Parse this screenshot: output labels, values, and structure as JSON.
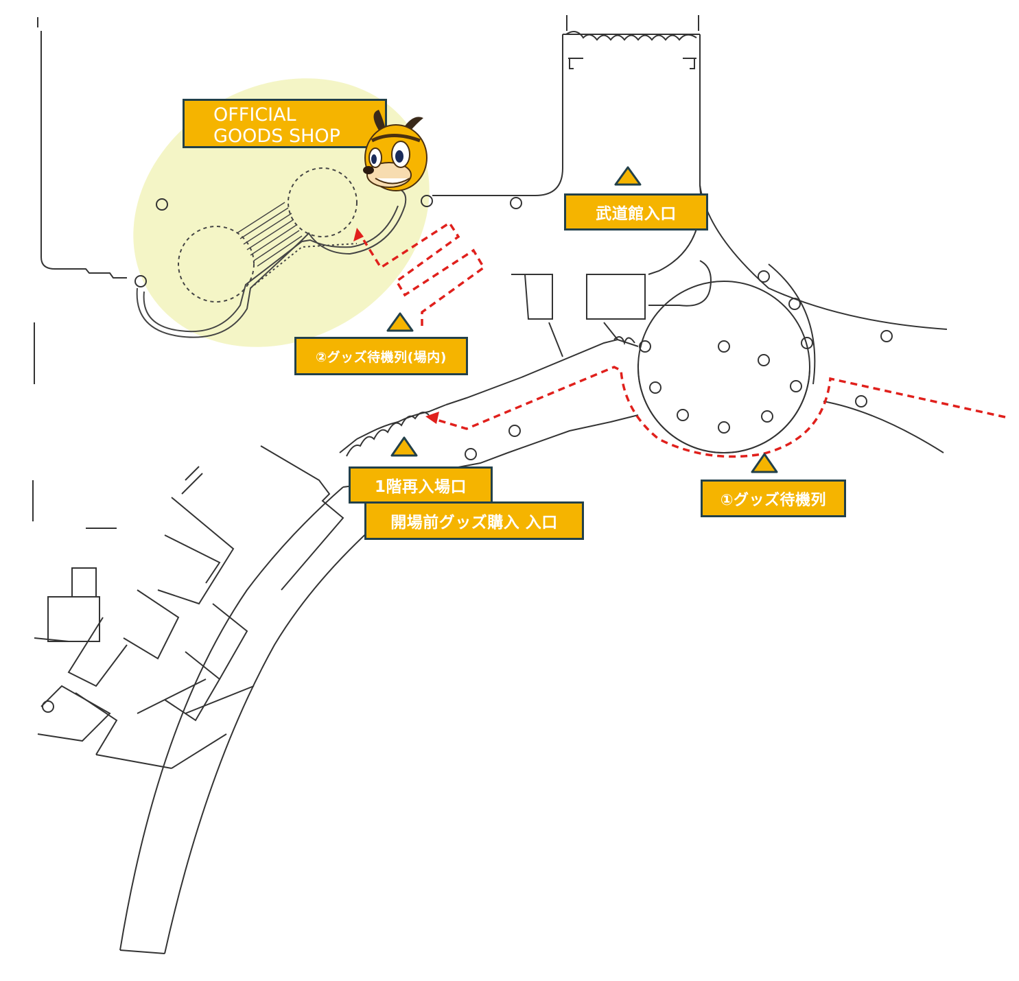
{
  "map": {
    "shop_title_line1": "OFFICIAL",
    "shop_title_line2": "GOODS SHOP",
    "entrance_label": "武道館入口",
    "queue2_label": "②グッズ待機列(場内)",
    "reentry_label": "1階再入場口",
    "purchase_entry_label": "開場前グッズ購入 入口",
    "queue1_label": "①グッズ待機列",
    "icons": [
      "triangle-marker-icon",
      "mascot-bee-icon",
      "arrow-icon"
    ]
  },
  "colors": {
    "label_bg": "#f5b400",
    "label_border": "#22404a",
    "label_text": "#ffffff",
    "route": "#e0201c",
    "shop_highlight": "#f4f5c6",
    "floorplan_line": "#333333"
  }
}
